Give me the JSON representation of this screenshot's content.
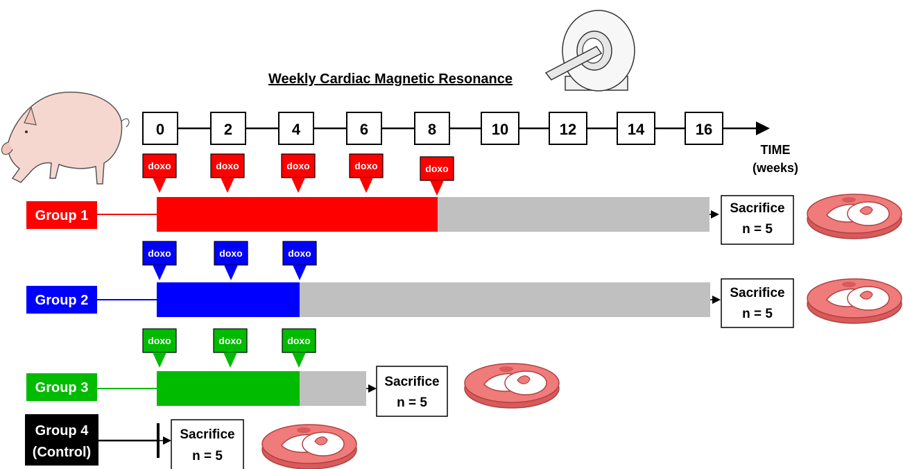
{
  "title": "Weekly Cardiac Magnetic Resonance",
  "timeline": {
    "ticks": [
      "0",
      "2",
      "4",
      "6",
      "8",
      "10",
      "12",
      "14",
      "16"
    ],
    "axis_label_line1": "TIME",
    "axis_label_line2": "(weeks)"
  },
  "doxo_label": "doxo",
  "sacrifice_label": "Sacrifice",
  "sacrifice_n": "n = 5",
  "groups": [
    {
      "id": "group1",
      "label": "Group 1",
      "color": "#ff0000",
      "doxo_weeks": [
        0,
        2,
        4,
        6,
        8
      ],
      "treatment_end_week": 8,
      "follow_up_end_week": 16
    },
    {
      "id": "group2",
      "label": "Group 2",
      "color": "#0000ff",
      "doxo_weeks": [
        0,
        2,
        4
      ],
      "treatment_end_week": 4,
      "follow_up_end_week": 16
    },
    {
      "id": "group3",
      "label": "Group 3",
      "color": "#00bb00",
      "doxo_weeks": [
        0,
        2,
        4
      ],
      "treatment_end_week": 4,
      "follow_up_end_week": 6
    },
    {
      "id": "group4",
      "label_line1": "Group 4",
      "label_line2": "(Control)",
      "color": "#000000",
      "doxo_weeks": [],
      "treatment_end_week": 0,
      "follow_up_end_week": 0
    }
  ],
  "colors": {
    "follow_up_bar": "#c0c0c0",
    "heart_tissue": "#f07b7b",
    "heart_tissue_dark": "#d85a5a"
  },
  "icons": [
    "mri-scanner-icon",
    "pig-icon",
    "heart-slice-icon"
  ]
}
